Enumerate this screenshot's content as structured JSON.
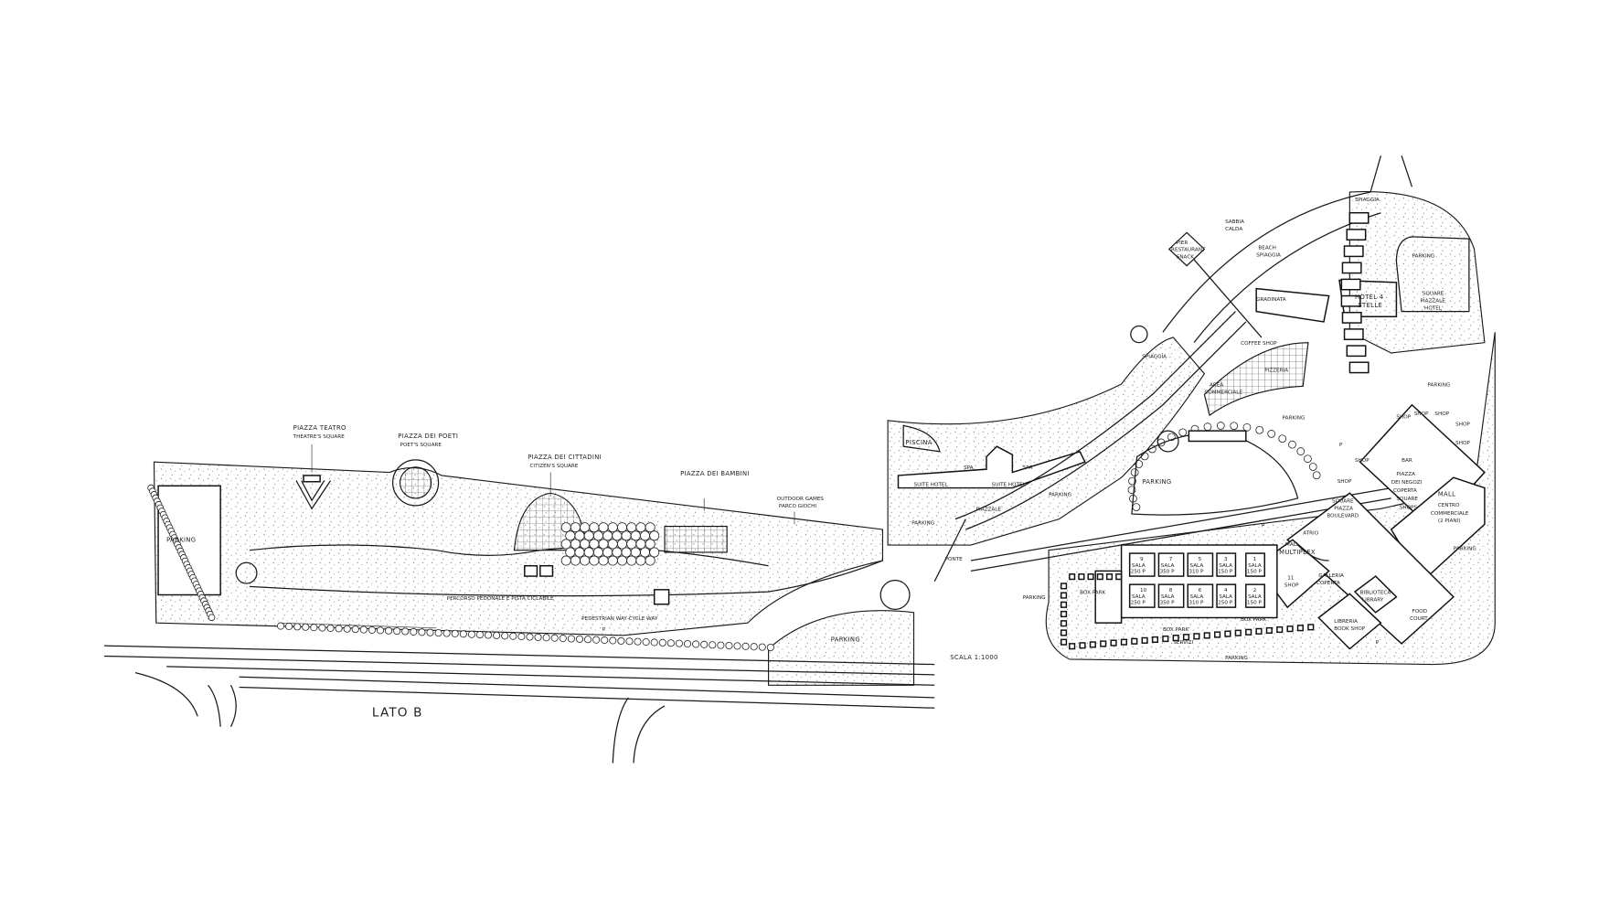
{
  "plan": {
    "side_label": "LATO B",
    "scale": "SCALA 1:1000",
    "squares": {
      "theatre": [
        "PIAZZA TEATRO",
        "THEATRE'S SQUARE"
      ],
      "poets": [
        "PIAZZA DEI POETI",
        "POET'S SQUARE"
      ],
      "citizens": [
        "PIAZZA DEI CITTADINI",
        "CITIZEN'S SQUARE"
      ],
      "children": "PIAZZA DEI BAMBINI",
      "games": [
        "OUTDOOR GAMES",
        "PARCO GIOCHI"
      ]
    },
    "west": {
      "parking": "PARKING",
      "path": "PERCORSO PEDONALE E PISTA CICLABILE",
      "path_en": "PEDESTRIAN WAY   CYCLE WAY",
      "parking_south": "PARKING",
      "bridge": "PONTE",
      "p": "P"
    },
    "hotel": {
      "pool": "PISCINA",
      "spa": "SPA",
      "spa2": "SPA",
      "suite": "SUITE HOTEL",
      "suite2": "SUITE HOTEL",
      "piazzale": "PIAZZALE",
      "parking1": "PARKING",
      "parking2": "PARKING",
      "parking3": "PARKING"
    },
    "beach": {
      "pier": [
        "PIER",
        "RESTAURANT",
        "SNACK"
      ],
      "sabbia": [
        "SABBIA",
        "CALDA"
      ],
      "beach": [
        "BEACH",
        "SPIAGGIA"
      ],
      "spiaggia": "SPIAGGIA",
      "spiaggia2": "SPIAGGIA",
      "coffee": "COFFEE SHOP",
      "area": [
        "AREA",
        "COMMERCIALE"
      ],
      "pizzeria": "PIZZERIA",
      "hotel": [
        "HOTEL 4",
        "STELLE"
      ],
      "square_hotel": [
        "SQUARE",
        "PIAZZALE",
        "HOTEL"
      ],
      "parking": "PARKING",
      "gradinata": "GRADINATA"
    },
    "mall": {
      "parking_n": "PARKING",
      "parking_nw": "PARKING",
      "parking_e": "PARKING",
      "parking_w": "PARKING",
      "parking_s": "PARKING",
      "shops": [
        "SHOP",
        "SHOP",
        "SHOP",
        "SHOP",
        "SHOP",
        "SHOP",
        "SHOP"
      ],
      "bar": "BAR",
      "covered": [
        "PIAZZA",
        "DEI NEGOZI",
        "COPERTA",
        "SQUARE",
        "SHOPS"
      ],
      "mall": [
        "MALL",
        "CENTRO",
        "COMMERCIALE",
        "(2 PIANI)"
      ],
      "boulevard": [
        "SQUARE",
        "PIAZZA",
        "BOULEVARD"
      ],
      "atrio": "ATRIO",
      "multiplex": [
        "MALL",
        "MULTIPLEX"
      ],
      "galleria": [
        "GALLERIA",
        "COPERTA"
      ],
      "library": [
        "BIBLIOTECA",
        "LIBRARY"
      ],
      "bookshop": [
        "LIBRERIA",
        "BOOK SHOP"
      ],
      "food": [
        "FOOD",
        "COURT"
      ],
      "shop11": [
        "11",
        "SHOP"
      ],
      "p1": "P",
      "p2": "P",
      "p3": "P"
    },
    "cinema": {
      "rooms_top": [
        {
          "n": "9",
          "cap": "250 P"
        },
        {
          "n": "7",
          "cap": "350 P"
        },
        {
          "n": "5",
          "cap": "310 P"
        },
        {
          "n": "3",
          "cap": "150 P"
        },
        {
          "n": "1",
          "cap": "150 P"
        }
      ],
      "rooms_bottom": [
        {
          "n": "10",
          "cap": "250 P"
        },
        {
          "n": "8",
          "cap": "350 P"
        },
        {
          "n": "6",
          "cap": "310 P"
        },
        {
          "n": "4",
          "cap": "250 P"
        },
        {
          "n": "2",
          "cap": "150 P"
        }
      ],
      "sala": "SALA",
      "box_park": [
        "BOX PARK",
        "BOX PARK",
        "BOX PARK"
      ],
      "services": "SERVIZI"
    }
  }
}
